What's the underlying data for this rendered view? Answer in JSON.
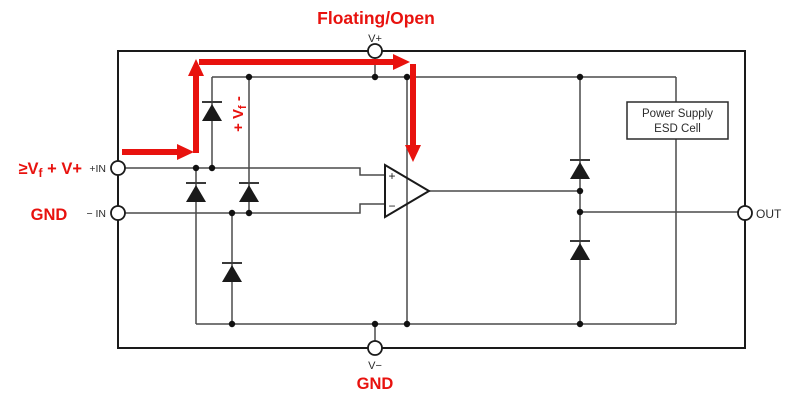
{
  "figure": {
    "title": "Floating/Open",
    "colors": {
      "annotation_red": "#e8120e",
      "wire_gray": "#4a4a4a",
      "ink_black": "#1a1a1a",
      "background": "#ffffff"
    },
    "pins": {
      "v_plus": "V+",
      "v_minus": "V−",
      "in_plus": "+IN",
      "in_minus": "− IN",
      "out": "OUT"
    },
    "opamp": {
      "noninverting": "+",
      "inverting": "−"
    },
    "esd_cell": {
      "line1": "Power Supply",
      "line2": "ESD Cell"
    },
    "annotations": {
      "input_condition": {
        "pre": "≥V",
        "sub": "f",
        "post": " + V+"
      },
      "gnd_input": "GND",
      "gnd_supply": "GND",
      "diode_drop": {
        "pre": "+ V",
        "sub": "f",
        "post": " -"
      }
    }
  }
}
